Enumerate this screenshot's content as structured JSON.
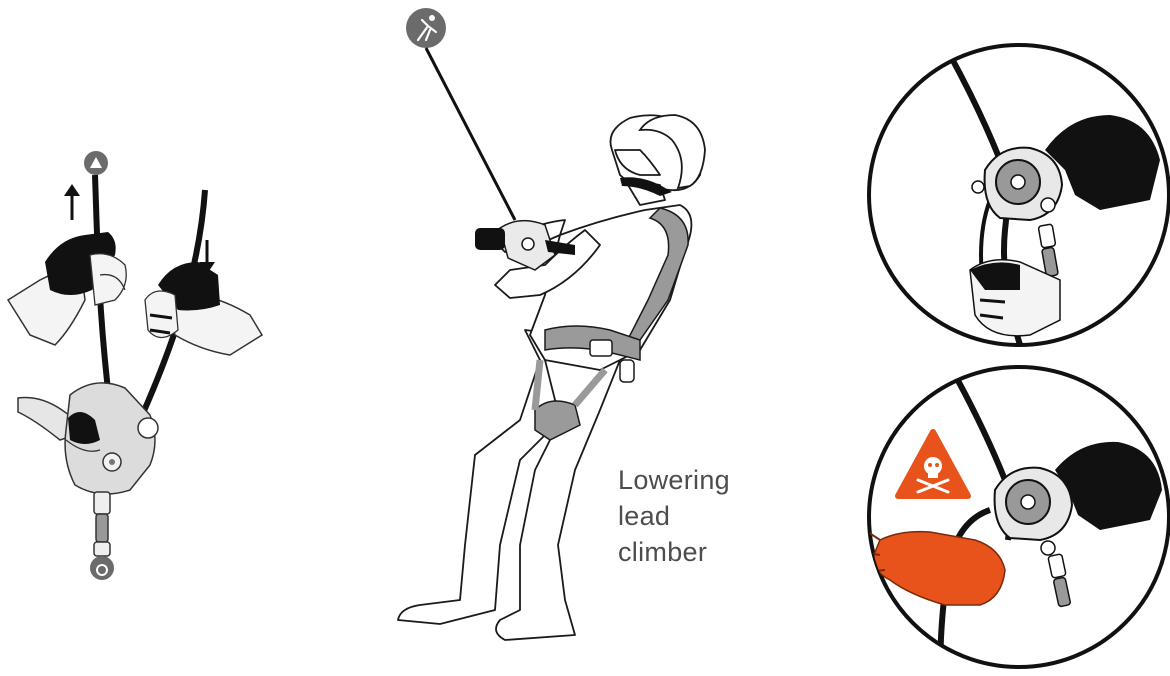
{
  "caption": {
    "line1": "Lowering",
    "line2": "lead",
    "line3": "climber"
  },
  "colors": {
    "outline": "#1a1a1a",
    "glove_dark": "#111111",
    "device_grey": "#888888",
    "icon_grey": "#666666",
    "warning_orange": "#e8531b",
    "caption_text": "#4d4d4d"
  },
  "icons": {
    "anchor_top_left": "anchor-icon",
    "anchor_bottom_left": "harness-attachment-icon",
    "climber_top": "climber-icon",
    "danger": "skull-warning-icon"
  }
}
